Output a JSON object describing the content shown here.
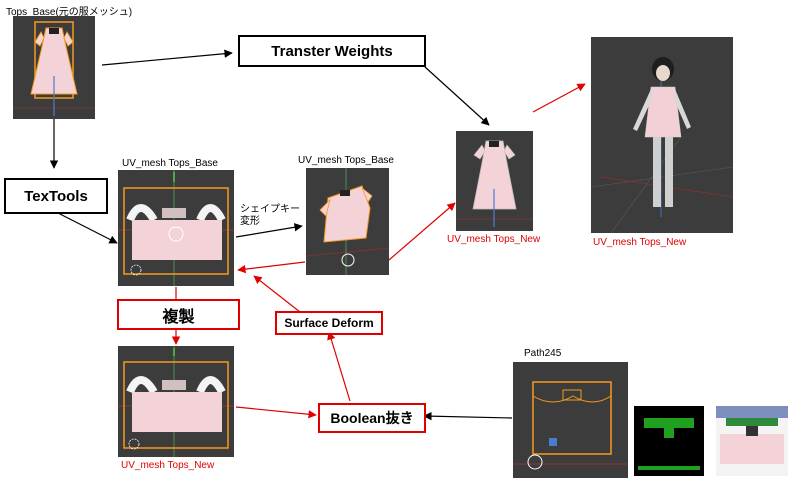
{
  "labels": {
    "tops_base_top": "Tops_Base(元の服メッシュ)",
    "uv_mesh_base_left": "UV_mesh Tops_Base",
    "uv_mesh_base_mid": "UV_mesh Tops_Base",
    "uv_mesh_new_mid": "UV_mesh Tops_New",
    "uv_mesh_new_right": "UV_mesh Tops_New",
    "uv_mesh_new_bottom": "UV_mesh Tops_New",
    "path245": "Path245"
  },
  "boxes": {
    "transfer_weights": "Transter Weights",
    "textools": "TexTools",
    "duplicate": "複製",
    "surface_deform": "Surface Deform",
    "boolean_cut": "Boolean抜き"
  },
  "notes": {
    "shape_key_line1": "シェイプキー",
    "shape_key_line2": "変形"
  },
  "colors": {
    "red_text": "#e00000",
    "viewport_bg": "#3c3c3c",
    "outline_orange": "#f59a1e",
    "arrow_black": "#000000",
    "arrow_red": "#e00000"
  }
}
